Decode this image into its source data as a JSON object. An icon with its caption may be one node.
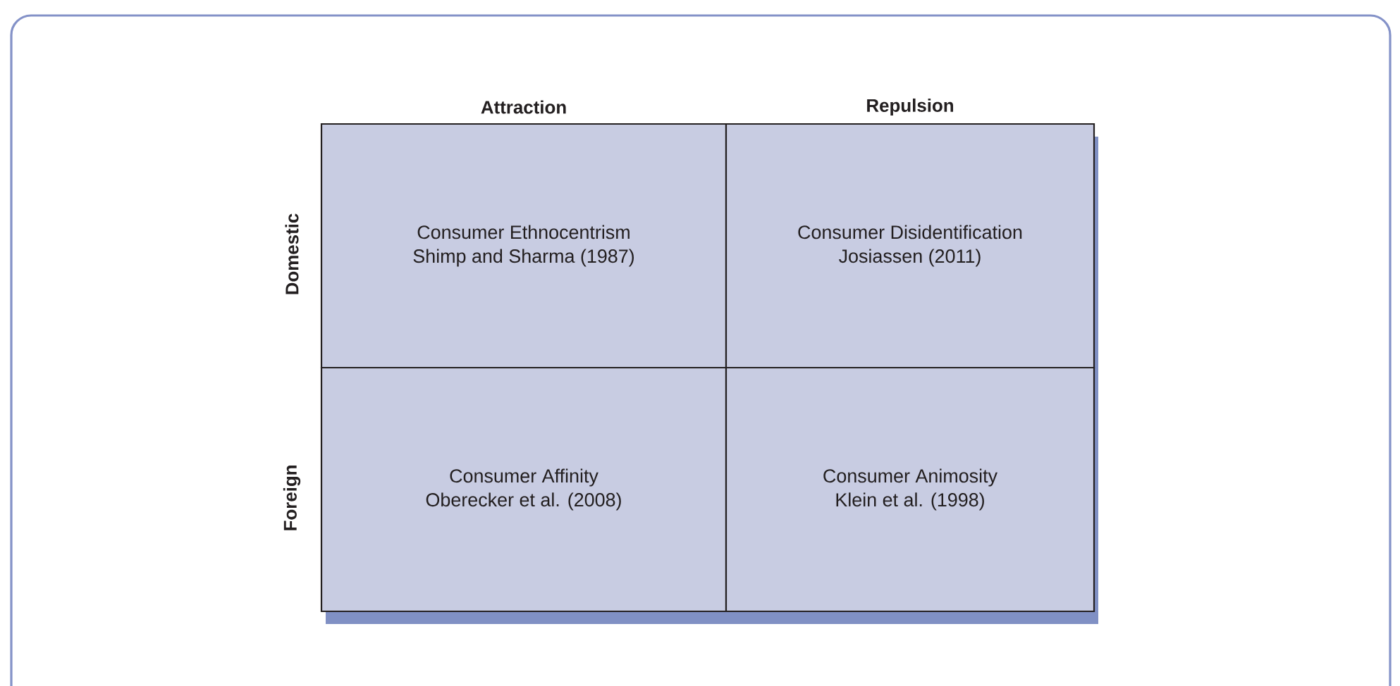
{
  "diagram": {
    "nodes": [
      {
        "text": [
          "Consumer Ethnocentrism",
          "Shimp and Sharma (1987)"
        ]
      },
      {
        "text": [
          "Consumer Disidentification",
          "Josiassen (2011)"
        ]
      },
      {
        "text": [
          "Consumer Affinity",
          "Oberecker et al. (2008)"
        ]
      },
      {
        "text": [
          "Consumer Animosity",
          "Klein et al. (1998)"
        ]
      }
    ],
    "labels": [
      "Attraction",
      "Repulsion",
      "Domestic",
      "Foreign"
    ]
  }
}
